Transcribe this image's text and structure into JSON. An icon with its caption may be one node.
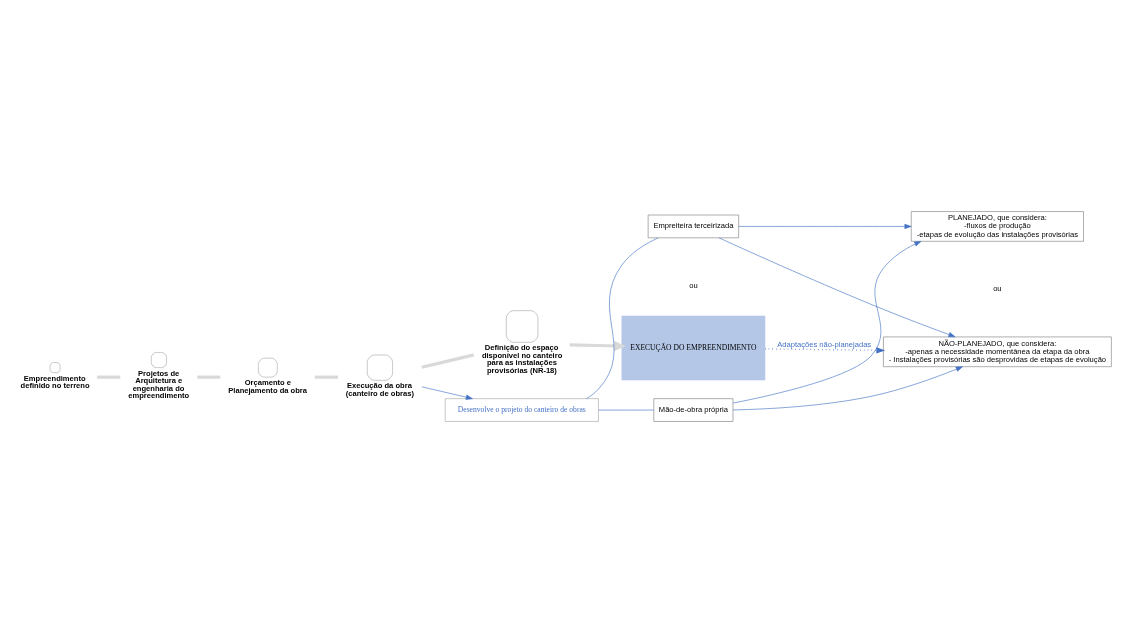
{
  "diagram": {
    "nodes": [
      {
        "text": [
          "Empreendimento definido no terreno"
        ]
      },
      {
        "text": [
          "Projetos de Arquitetura e engenharia do empreendimento"
        ]
      },
      {
        "text": [
          "Orçamento e Planejamento da obra"
        ]
      },
      {
        "text": [
          "Execução da obra (canteiro de obras)"
        ]
      },
      {
        "text": [
          "Definição do espaço disponível no canteiro para as instalações provisórias (NR-18)"
        ]
      },
      {
        "text": [
          "EXECUÇÃO DO EMPREENDIMENTO"
        ]
      },
      {
        "text": [
          "Desenvolve o projeto do canteiro de obras"
        ]
      },
      {
        "text": [
          "Empreiteira terceirizada"
        ]
      },
      {
        "text": [
          "Mão-de-obra própria"
        ]
      },
      {
        "text": [
          "PLANEJADO, que considera:",
          "-fluxos de produção",
          "-etapas de evolução das instalações provisórias"
        ]
      },
      {
        "text": [
          "NÃO-PLANEJADO, que considera:",
          "-apenas a necessidade momentânea da etapa da obra",
          "- Instalações provisórias são desprovidas de etapas de evolução"
        ]
      }
    ],
    "edges": [
      {
        "from": 0,
        "to": 1,
        "arrow": "none",
        "style": "thick",
        "color": "#d9d9d9"
      },
      {
        "from": 1,
        "to": 2,
        "arrow": "none",
        "style": "thick",
        "color": "#d9d9d9"
      },
      {
        "from": 2,
        "to": 3,
        "arrow": "none",
        "style": "thick",
        "color": "#d9d9d9"
      },
      {
        "from": 3,
        "to": 4,
        "arrow": "none",
        "style": "thick",
        "color": "#d9d9d9"
      },
      {
        "from": 4,
        "to": 5,
        "arrow": "to",
        "style": "thick",
        "color": "#d9d9d9"
      },
      {
        "from": 3,
        "to": 6,
        "arrow": "to"
      },
      {
        "from": 6,
        "to": 7,
        "arrow": "none"
      },
      {
        "from": 6,
        "to": 8,
        "arrow": "none"
      },
      {
        "from": 7,
        "to": 9,
        "arrow": "to"
      },
      {
        "from": 7,
        "to": 10,
        "arrow": "to"
      },
      {
        "from": 8,
        "to": 9,
        "arrow": "to"
      },
      {
        "from": 8,
        "to": 10,
        "arrow": "to"
      },
      {
        "from": 5,
        "to": 10,
        "arrow": "to",
        "style": "dashed",
        "label": "Adaptações não-planejadas"
      }
    ],
    "labels": [
      "ou",
      "ou"
    ]
  }
}
